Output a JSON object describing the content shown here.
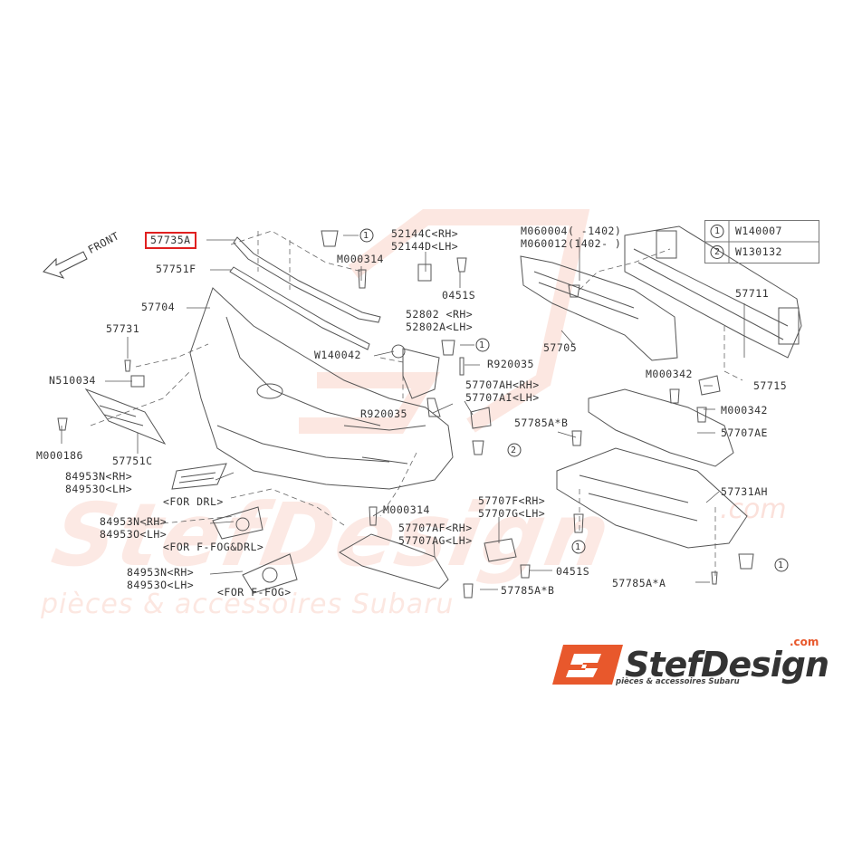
{
  "front_label": "FRONT",
  "labels": {
    "p57735a": "57735A",
    "p57751f": "57751F",
    "p57704": "57704",
    "p57731": "57731",
    "pn510034": "N510034",
    "pm000186": "M000186",
    "p57751c": "57751C",
    "p84953n_rh_drl": "84953N<RH>",
    "p84953o_lh_drl": "84953O<LH>",
    "for_drl": "<FOR DRL>",
    "p84953n_rh_fogdrl": "84953N<RH>",
    "p84953o_lh_fogdrl": "84953O<LH>",
    "for_ffog_drl": "<FOR F-FOG&DRL>",
    "p84953n_rh_fog": "84953N<RH>",
    "p84953o_lh_fog": "84953O<LH>",
    "for_ffog": "<FOR F-FOG>",
    "pm000314_top": "M000314",
    "p52144c": "52144C<RH>",
    "p52144d": "52144D<LH>",
    "p0451s_top": "0451S",
    "p52802": "52802 <RH>",
    "p52802a": "52802A<LH>",
    "pw140042": "W140042",
    "pr920035_a": "R920035",
    "pr920035_b": "R920035",
    "p57707ah": "57707AH<RH>",
    "p57707ai": "57707AI<LH>",
    "pm060004": "M060004(  -1402)",
    "pm060012": "M060012(1402-   )",
    "p57705": "57705",
    "p57711": "57711",
    "pm000342_a": "M000342",
    "p57715": "57715",
    "pm000342_b": "M000342",
    "p57785a_b_mid": "57785A*B",
    "p57707ae": "57707AE",
    "p57731ah": "57731AH",
    "pm000314_mid": "M000314",
    "p57707f": "57707F<RH>",
    "p57707g": "57707G<LH>",
    "p57707af": "57707AF<RH>",
    "p57707ag": "57707AG<LH>",
    "p0451s_low": "0451S",
    "p57785a_b_low": "57785A*B",
    "p57785a_a": "57785A*A"
  },
  "legend": {
    "c1": "1",
    "v1": "W140007",
    "c2": "2",
    "v2": "W130132"
  },
  "callouts": {
    "c_top": "1",
    "c_mid": "1",
    "c_bolt": "2",
    "c_low1": "1",
    "c_low2": "1"
  },
  "watermark": {
    "big": "StefDesign",
    "tld": ".com",
    "sub": "pièces & accessoires Subaru"
  },
  "logo": {
    "mark": "SJ",
    "word": "StefDesign",
    "tld": ".com",
    "tag": "pièces & accessoires Subaru"
  },
  "colors": {
    "highlight": "#e02020",
    "brand_orange": "#e8582c",
    "line": "#555555"
  }
}
